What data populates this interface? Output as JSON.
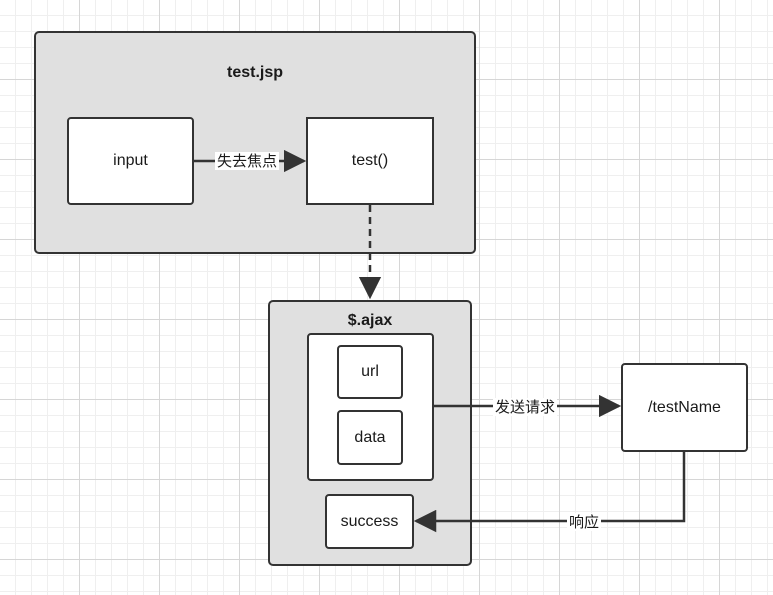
{
  "nodes": {
    "test_jsp": "test.jsp",
    "input": "input",
    "test_func": "test()",
    "ajax": "$.ajax",
    "url": "url",
    "data": "data",
    "success": "success",
    "test_name": "/testName"
  },
  "edges": {
    "blur": "失去焦点",
    "send_request": "发送请求",
    "response": "响应"
  }
}
